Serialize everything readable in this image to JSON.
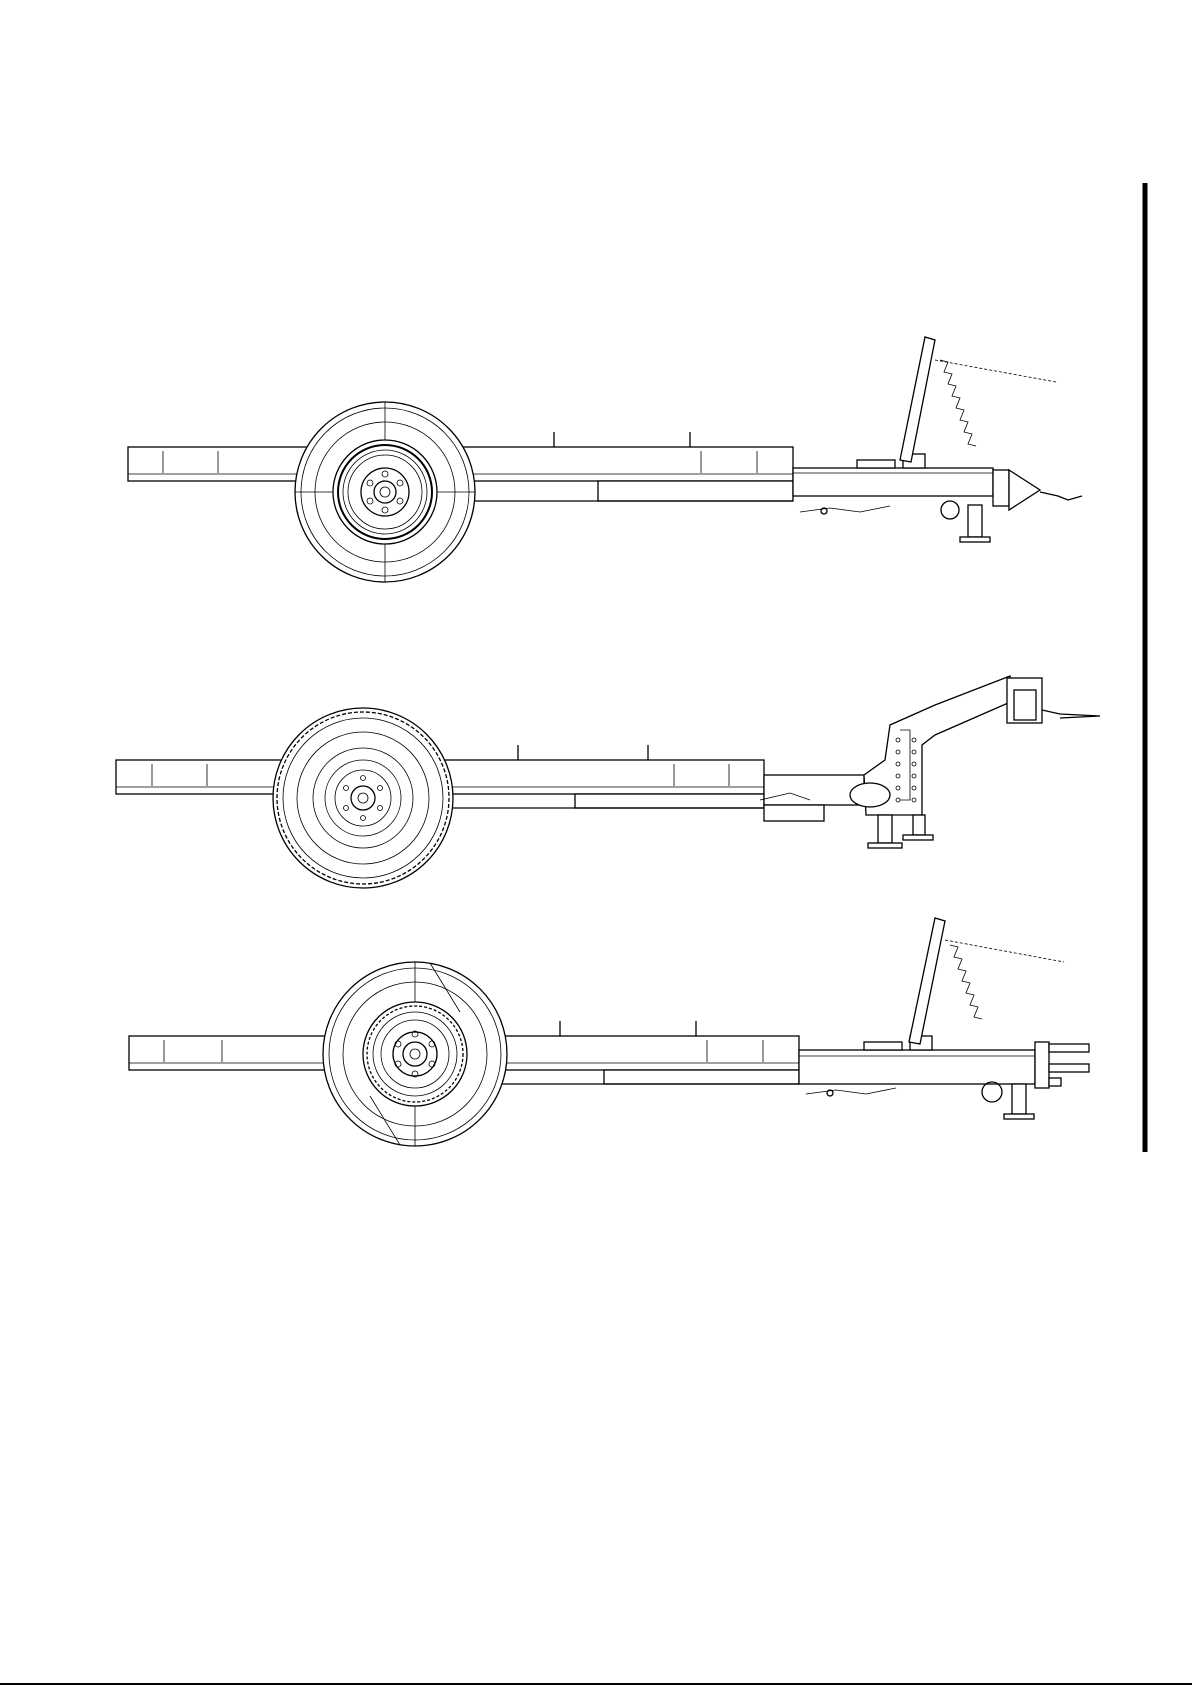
{
  "document": {
    "views": [
      {
        "id": "view-top",
        "variant": "drawbar-up-ring-hitch"
      },
      {
        "id": "view-middle",
        "variant": "gooseneck-hitch"
      },
      {
        "id": "view-bottom",
        "variant": "drawbar-up-clevis-hitch"
      }
    ],
    "colors": {
      "line": "#000000",
      "paper": "#ffffff"
    }
  }
}
